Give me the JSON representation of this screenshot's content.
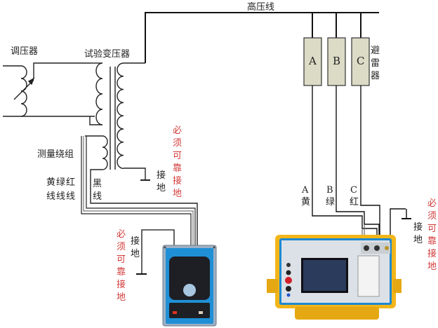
{
  "labels": {
    "high_voltage_line": "高压线",
    "regulator": "调压器",
    "test_transformer": "试验变压器",
    "measure_winding": "测量绕组",
    "wire_colors_row1": "黄绿红",
    "wire_colors_row2": "线线线",
    "black_wire": "黑线",
    "ground_tx": "接地",
    "must_ground_tx": "必须可靠接地",
    "ground_box": "接地",
    "must_ground_box": "必须可靠接地",
    "arrester": "避雷器",
    "ground_inst": "接地",
    "must_ground_inst": "必须可靠接地"
  },
  "arresters": [
    {
      "letter": "A",
      "wire_letter": "A",
      "wire_color": "黄"
    },
    {
      "letter": "B",
      "wire_letter": "B",
      "wire_color": "绿"
    },
    {
      "letter": "C",
      "wire_letter": "C",
      "wire_color": "红"
    }
  ],
  "colors": {
    "line": "#111111",
    "arrester_fill": "#dcdcc6",
    "warning_red": "#d23a3a",
    "device_blue": "#1f8fd6",
    "device_yellow": "#f2b51a"
  }
}
